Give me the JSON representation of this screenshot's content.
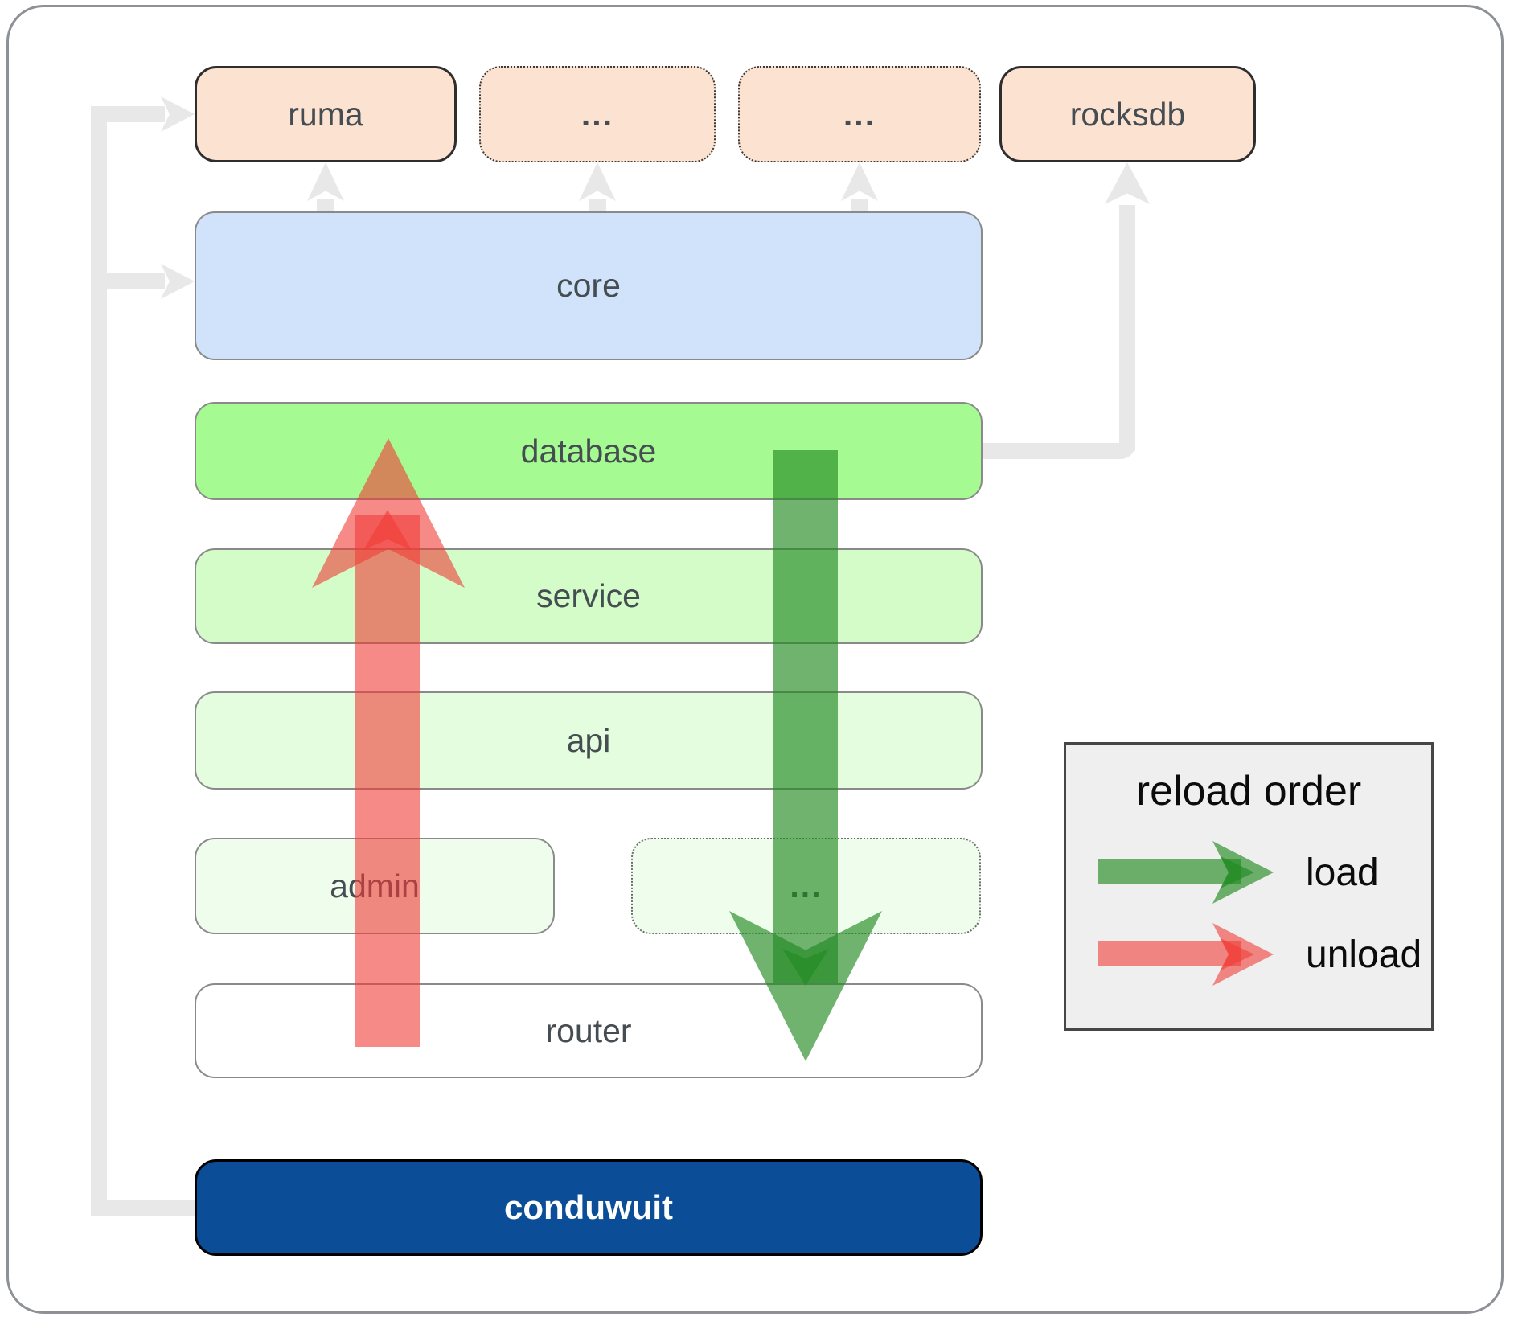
{
  "colors": {
    "peach": "#fce3d1",
    "core_blue": "#d0e3fa",
    "database_green": "#a5fb91",
    "service_green": "#d3fcc9",
    "api_green": "#e4fdde",
    "admin_green": "#eefdec",
    "router_white": "#ffffff",
    "conduwuit_blue": "#0b4e97",
    "connector_gray": "#e8e8e8",
    "load_arrow": "rgba(34,139,34,0.65)",
    "unload_arrow": "rgba(240,60,55,0.6)",
    "legend_bg": "#efefef",
    "label_dark": "#454c52"
  },
  "boxes": {
    "ruma": {
      "label": "ruma"
    },
    "dots_top_1": {
      "label": "..."
    },
    "dots_top_2": {
      "label": "..."
    },
    "rocksdb": {
      "label": "rocksdb"
    },
    "core": {
      "label": "core"
    },
    "database": {
      "label": "database"
    },
    "service": {
      "label": "service"
    },
    "api": {
      "label": "api"
    },
    "admin": {
      "label": "admin"
    },
    "dots_admin_row": {
      "label": "..."
    },
    "router": {
      "label": "router"
    },
    "conduwuit": {
      "label": "conduwuit"
    }
  },
  "legend": {
    "title": "reload order",
    "load_label": "load",
    "unload_label": "unload"
  }
}
